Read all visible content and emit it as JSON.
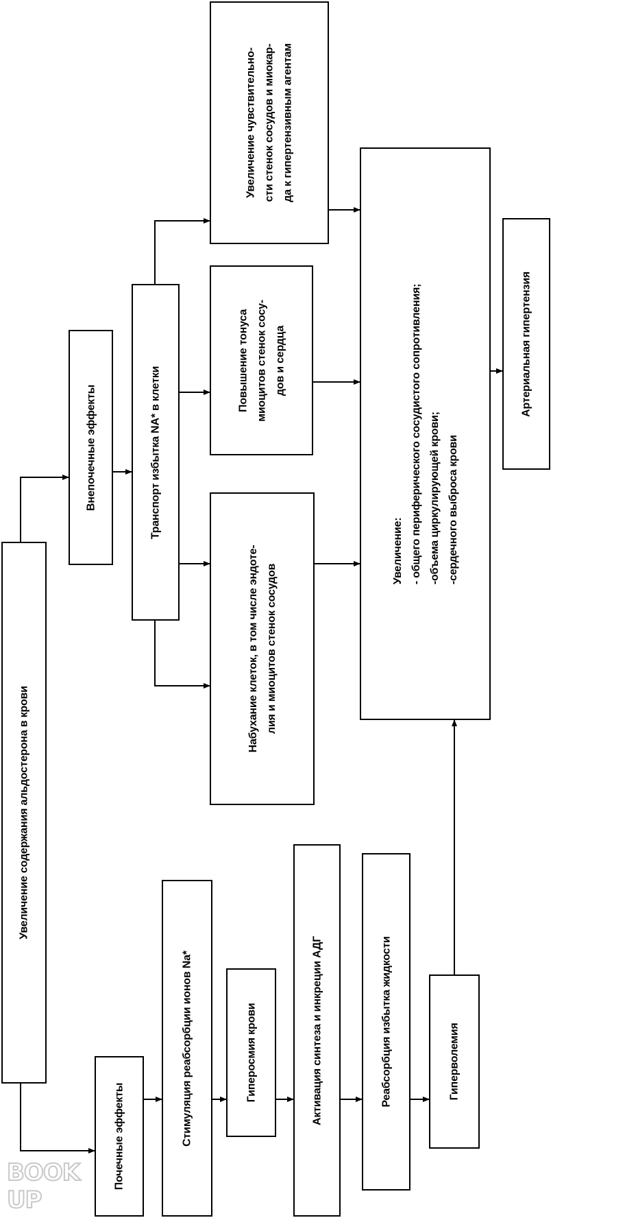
{
  "diagram": {
    "root": "Увеличение содержания альдостерона в крови",
    "renal": {
      "title": "Почечные эффекты",
      "steps": [
        "Стимуляция реабсорбции ионов Na*",
        "Гиперосмия крови",
        "Активация синтеза и инкреции АДГ",
        "Реабсорбция избытка жидкости",
        "Гиперволемия"
      ]
    },
    "extrarenal": {
      "title": "Внепочечные эффекты",
      "transport": "Транспорт избытка NA* в клетки",
      "swelling": "Набухание клеток, в том числе эндоте-\nлия и миоцитов стенок сосудов",
      "tone": "Повышение тонуса\nмиоцитов стенок сосу-\nдов и сердца",
      "sensitivity": "Увеличение чувствительно-\nсти стенок сосудов и миокар-\nда к гипертензивным агентам"
    },
    "increase": "Увеличение:\n- общего периферического сосудистого сопротивления;\n-объема циркулирующей крови;\n-сердечного выброса крови",
    "result": "Артериальная гипертензия"
  },
  "watermark": "BOOK UP"
}
